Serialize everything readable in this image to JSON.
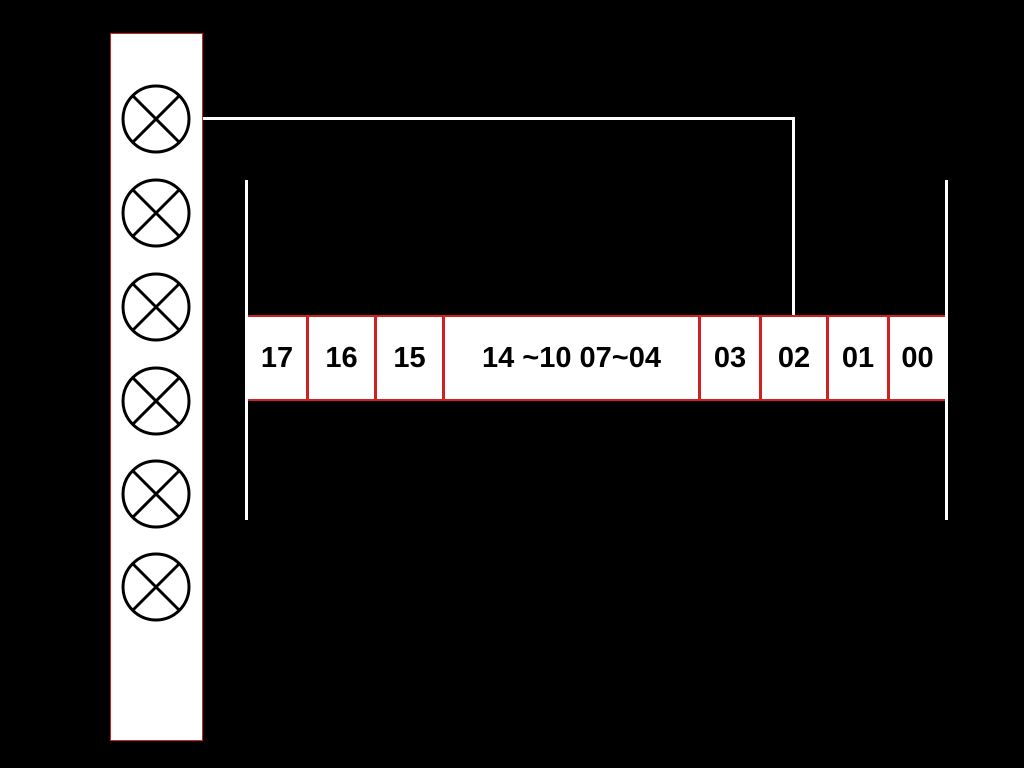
{
  "colors": {
    "background": "#000000",
    "panel": "#ffffff",
    "line": "#ffffff",
    "cell_border": "#d22020",
    "text": "#000000"
  },
  "lamp_panel": {
    "lamp_count": 6,
    "lamp_icon": "circled-x-icon",
    "connected_lamp_index": 0,
    "connected_bit": "02"
  },
  "register": {
    "cells": [
      {
        "label": "17"
      },
      {
        "label": "16"
      },
      {
        "label": "15"
      },
      {
        "label": "14 ~10 07~04"
      },
      {
        "label": "03"
      },
      {
        "label": "02"
      },
      {
        "label": "01"
      },
      {
        "label": "00"
      }
    ]
  }
}
